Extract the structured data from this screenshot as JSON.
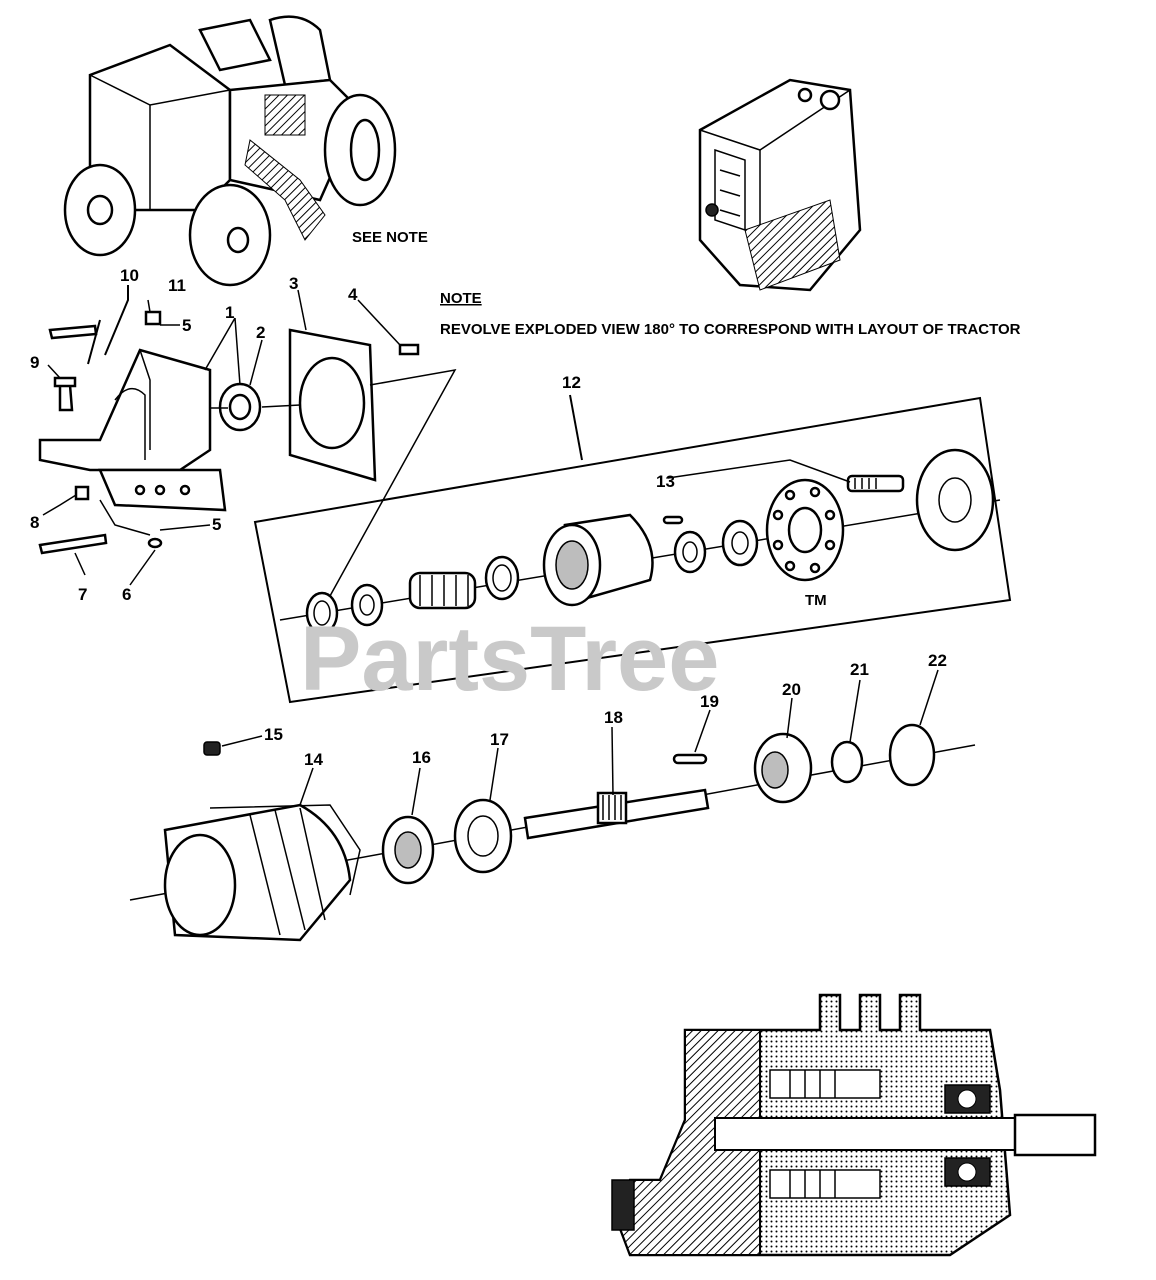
{
  "watermark": {
    "text": "PartsTree",
    "tm": "TM"
  },
  "see_note": "SEE NOTE",
  "note": {
    "heading": "NOTE",
    "text": "REVOLVE EXPLODED VIEW 180° TO CORRESPOND WITH LAYOUT OF TRACTOR"
  },
  "callouts": {
    "c1": "1",
    "c2": "2",
    "c3": "3",
    "c4": "4",
    "c5a": "5",
    "c5b": "5",
    "c6": "6",
    "c7": "7",
    "c8": "8",
    "c9": "9",
    "c10": "10",
    "c11": "11",
    "c12": "12",
    "c13": "13",
    "c14": "14",
    "c15": "15",
    "c16": "16",
    "c17": "17",
    "c18": "18",
    "c19": "19",
    "c20": "20",
    "c21": "21",
    "c22": "22"
  }
}
